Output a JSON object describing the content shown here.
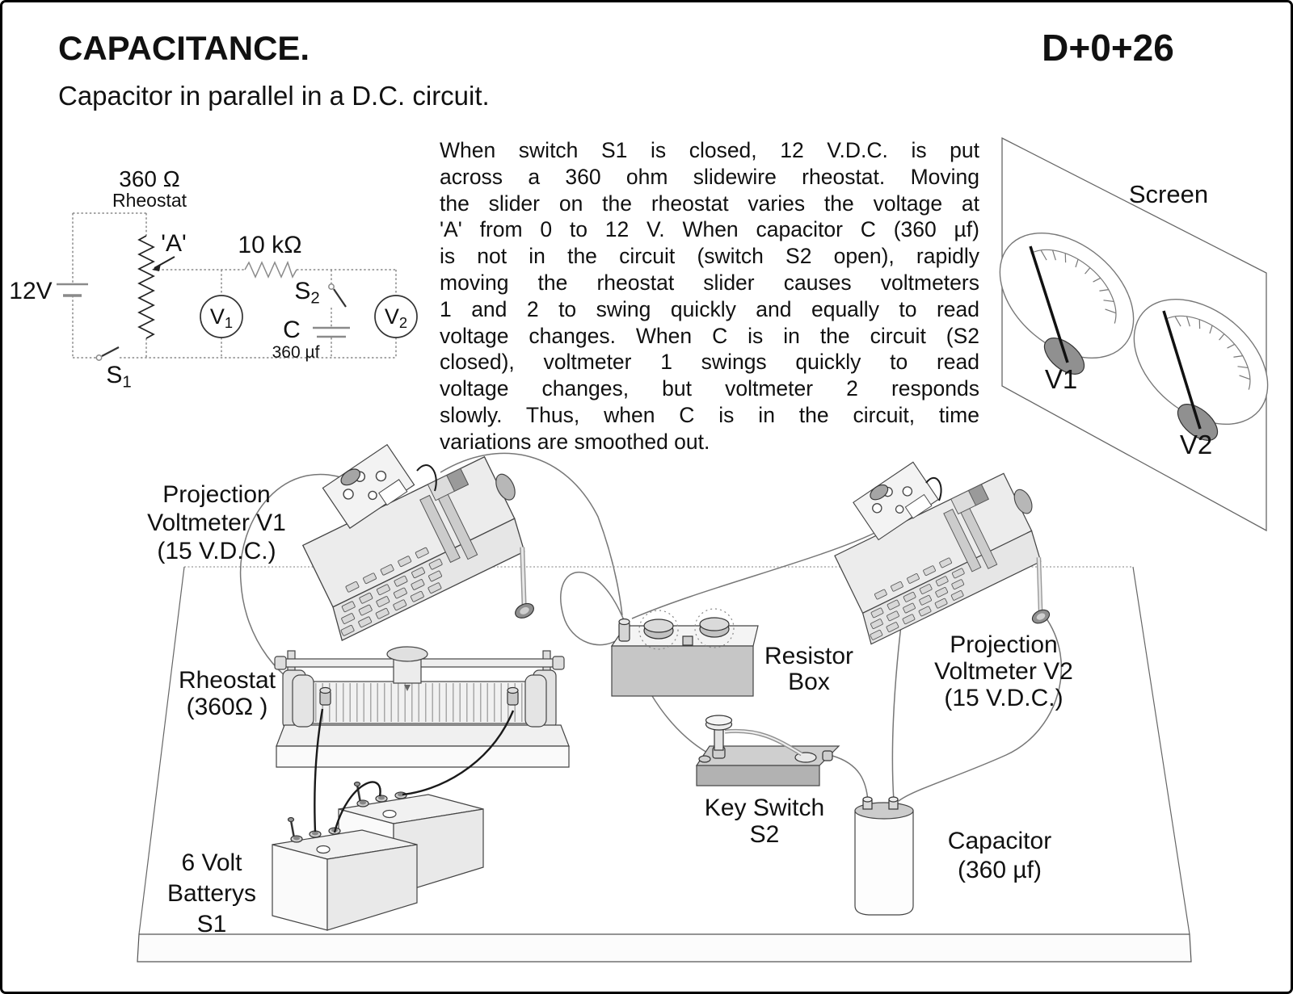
{
  "page": {
    "title": "CAPACITANCE.",
    "code": "D+0+26",
    "subtitle": "Capacitor in parallel in a D.C. circuit."
  },
  "description": {
    "lines": [
      "When switch S1 is closed, 12 V.D.C. is put",
      "across a 360 ohm slidewire rheostat.  Moving",
      "the slider on the rheostat varies the voltage at",
      "'A' from 0 to 12 V.  When capacitor C (360 µf)",
      "is not in the circuit (switch S2 open), rapidly",
      "moving the rheostat slider causes voltmeters",
      "1 and 2 to swing quickly and equally to read",
      "voltage changes.  When C is in the circuit (S2",
      "closed), voltmeter 1 swings quickly to read",
      "voltage changes, but voltmeter 2 responds",
      "slowly.  Thus, when C is in the circuit, time",
      "variations are smoothed out."
    ]
  },
  "schematic": {
    "source_voltage": "12V",
    "rheostat_value": "360 Ω",
    "rheostat_name": "Rheostat",
    "tap": "'A'",
    "series_resistor": "10 kΩ",
    "voltmeter1": {
      "base": "V",
      "sub": "1"
    },
    "voltmeter2": {
      "base": "V",
      "sub": "2"
    },
    "switch1": {
      "base": "S",
      "sub": "1"
    },
    "switch2": {
      "base": "S",
      "sub": "2"
    },
    "capacitor": "C",
    "capacitor_value": "360 µf"
  },
  "screen": {
    "label": "Screen",
    "meter1": "V1",
    "meter2": "V2"
  },
  "apparatus": {
    "voltmeter1": [
      "Projection",
      "Voltmeter V1",
      "(15 V.D.C.)"
    ],
    "rheostat": [
      "Rheostat",
      "(360Ω )"
    ],
    "resistor_box": [
      "Resistor",
      "Box"
    ],
    "voltmeter2": [
      "Projection",
      "Voltmeter V2",
      "(15 V.D.C.)"
    ],
    "key_switch": [
      "Key Switch",
      "S2"
    ],
    "capacitor": [
      "Capacitor",
      "(360 µf)"
    ],
    "batteries": [
      "6 Volt",
      "Batterys",
      "S1"
    ]
  },
  "colors": {
    "ink": "#111111",
    "wire_gray": "#8a8a8a",
    "panel_light": "#ededed",
    "panel_shade": "#c6c6c6",
    "hub_dark": "#909090"
  }
}
